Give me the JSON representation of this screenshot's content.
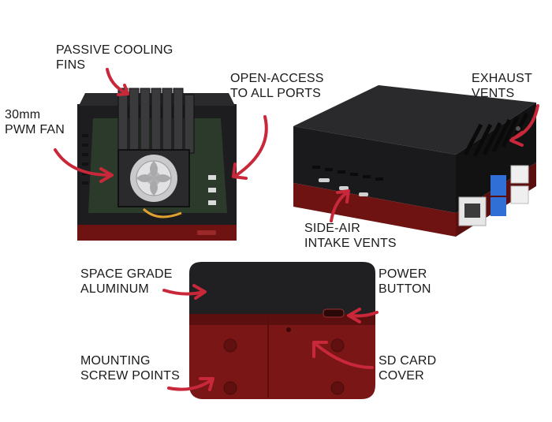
{
  "labels": {
    "passive_cooling": {
      "line1": "PASSIVE COOLING",
      "line2": "FINS"
    },
    "open_access": {
      "line1": "OPEN-ACCESS",
      "line2": "TO ALL PORTS"
    },
    "exhaust_vents": {
      "line1": "EXHAUST",
      "line2": "VENTS"
    },
    "pwm_fan": {
      "line1": "30mm",
      "line2": "PWM FAN"
    },
    "side_air": {
      "line1": "SIDE-AIR",
      "line2": "INTAKE VENTS"
    },
    "space_grade": {
      "line1": "SPACE GRADE",
      "line2": "ALUMINUM"
    },
    "power_button": {
      "line1": "POWER",
      "line2": "BUTTON"
    },
    "mounting_screw": {
      "line1": "MOUNTING",
      "line2": "SCREW POINTS"
    },
    "sd_card": {
      "line1": "SD CARD",
      "line2": "COVER"
    }
  },
  "colors": {
    "case_black": "#1c1c1e",
    "case_red": "#7a1414",
    "arrow_red": "#c8283a",
    "label_text": "#1a1a1a"
  },
  "icons": [
    "curved-arrow"
  ]
}
